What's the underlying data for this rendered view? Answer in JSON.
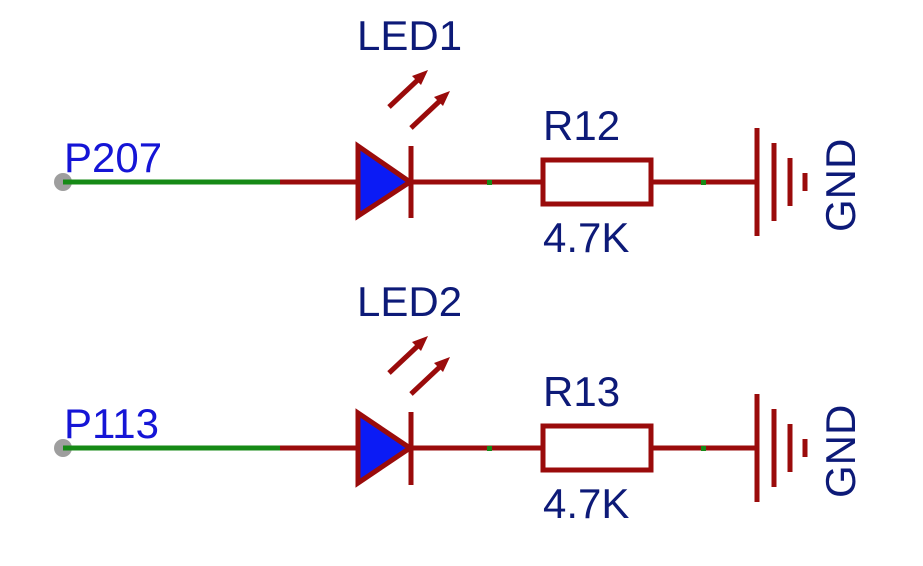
{
  "colors": {
    "net_wire": "#168a16",
    "component": "#9a0b0b",
    "diode_fill": "#0b1bf5",
    "net_label": "#1515d6",
    "part_label": "#0d1a78",
    "pin_dot": "#9e9e9e"
  },
  "circuits": [
    {
      "net": "P207",
      "led": {
        "designator": "LED1"
      },
      "resistor": {
        "designator": "R12",
        "value": "4.7K"
      },
      "ground": "GND"
    },
    {
      "net": "P113",
      "led": {
        "designator": "LED2"
      },
      "resistor": {
        "designator": "R13",
        "value": "4.7K"
      },
      "ground": "GND"
    }
  ]
}
